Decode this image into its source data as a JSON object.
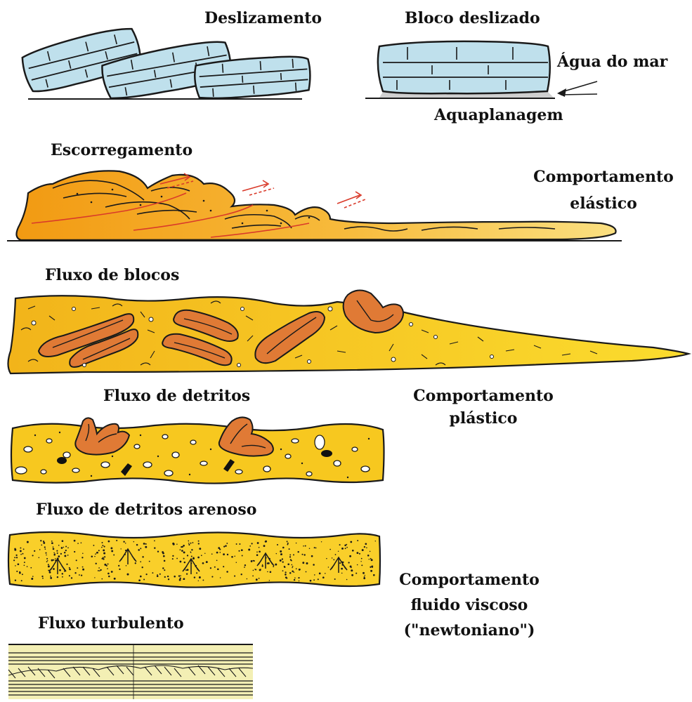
{
  "labels": {
    "deslizamento": "Deslizamento",
    "bloco_deslizado": "Bloco deslizado",
    "agua_do_mar": "Água do mar",
    "aquaplanagem": "Aquaplanagem",
    "escorregamento": "Escorregamento",
    "comportamento_elastico_1": "Comportamento",
    "comportamento_elastico_2": "elástico",
    "fluxo_de_blocos": "Fluxo de blocos",
    "fluxo_de_detritos": "Fluxo de detritos",
    "comportamento_plastico_1": "Comportamento",
    "comportamento_plastico_2": "plástico",
    "fluxo_de_detritos_arenoso": "Fluxo de detritos arenoso",
    "comportamento_fluido_1": "Comportamento",
    "comportamento_fluido_2": "fluido viscoso",
    "comportamento_fluido_3": "(\"newtoniano\")",
    "fluxo_turbulento": "Fluxo turbulento"
  },
  "colors": {
    "block_blue": "#bfe0ec",
    "slump_orange": "#f6a821",
    "slump_light": "#f9cf60",
    "sediment_yellow": "#f7c81f",
    "clast_orange": "#e07a35",
    "sand_yellow": "#f9cf2a",
    "turbidite_cream": "#f3efb4",
    "shear_red": "#d93a2a",
    "outline": "#1a1a1a"
  }
}
